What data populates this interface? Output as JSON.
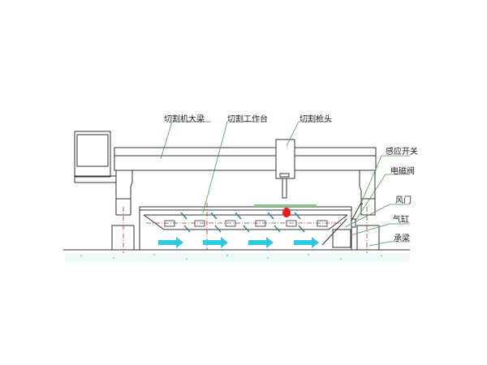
{
  "labels": {
    "beam": "切割机大梁",
    "table": "切割工作台",
    "torch": "切割枪头",
    "sensor": "感应开关",
    "valve": "电磁阀",
    "damper": "风门",
    "cylinder": "气缸",
    "support_beam": "承梁"
  },
  "colors": {
    "line": "#333333",
    "leader": "#4a9a4a",
    "flame": "#e02020",
    "airflow": "#33c6dd",
    "center": "#b03030"
  }
}
